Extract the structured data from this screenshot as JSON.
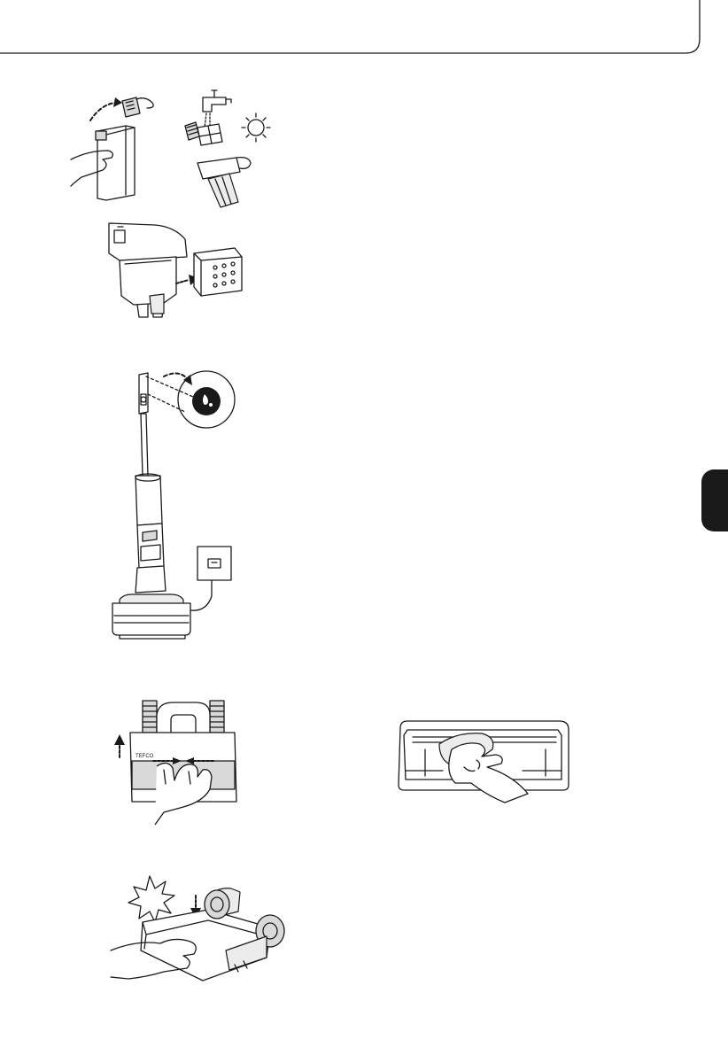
{
  "page": {
    "background": "#ffffff",
    "ink_color": "#1a1a1a",
    "side_tab_color": "#1a1a1a"
  },
  "figures": [
    {
      "id": "dustbin-filter-removal",
      "icon": "dustbin-filter-removal-icon"
    },
    {
      "id": "filter-washing-drying",
      "icon": "filter-washing-drying-icon"
    },
    {
      "id": "filter-reinsert",
      "icon": "filter-reinsert-icon"
    },
    {
      "id": "self-cleaning-charging",
      "icon": "self-cleaning-charging-icon"
    },
    {
      "id": "brush-roller-removal",
      "icon": "brush-roller-removal-icon"
    },
    {
      "id": "brush-roller-install",
      "icon": "brush-roller-install-icon"
    },
    {
      "id": "brush-housing-wipe",
      "icon": "brush-housing-wipe-icon"
    }
  ],
  "labels": {
    "brush_brand": "TEFCO"
  }
}
